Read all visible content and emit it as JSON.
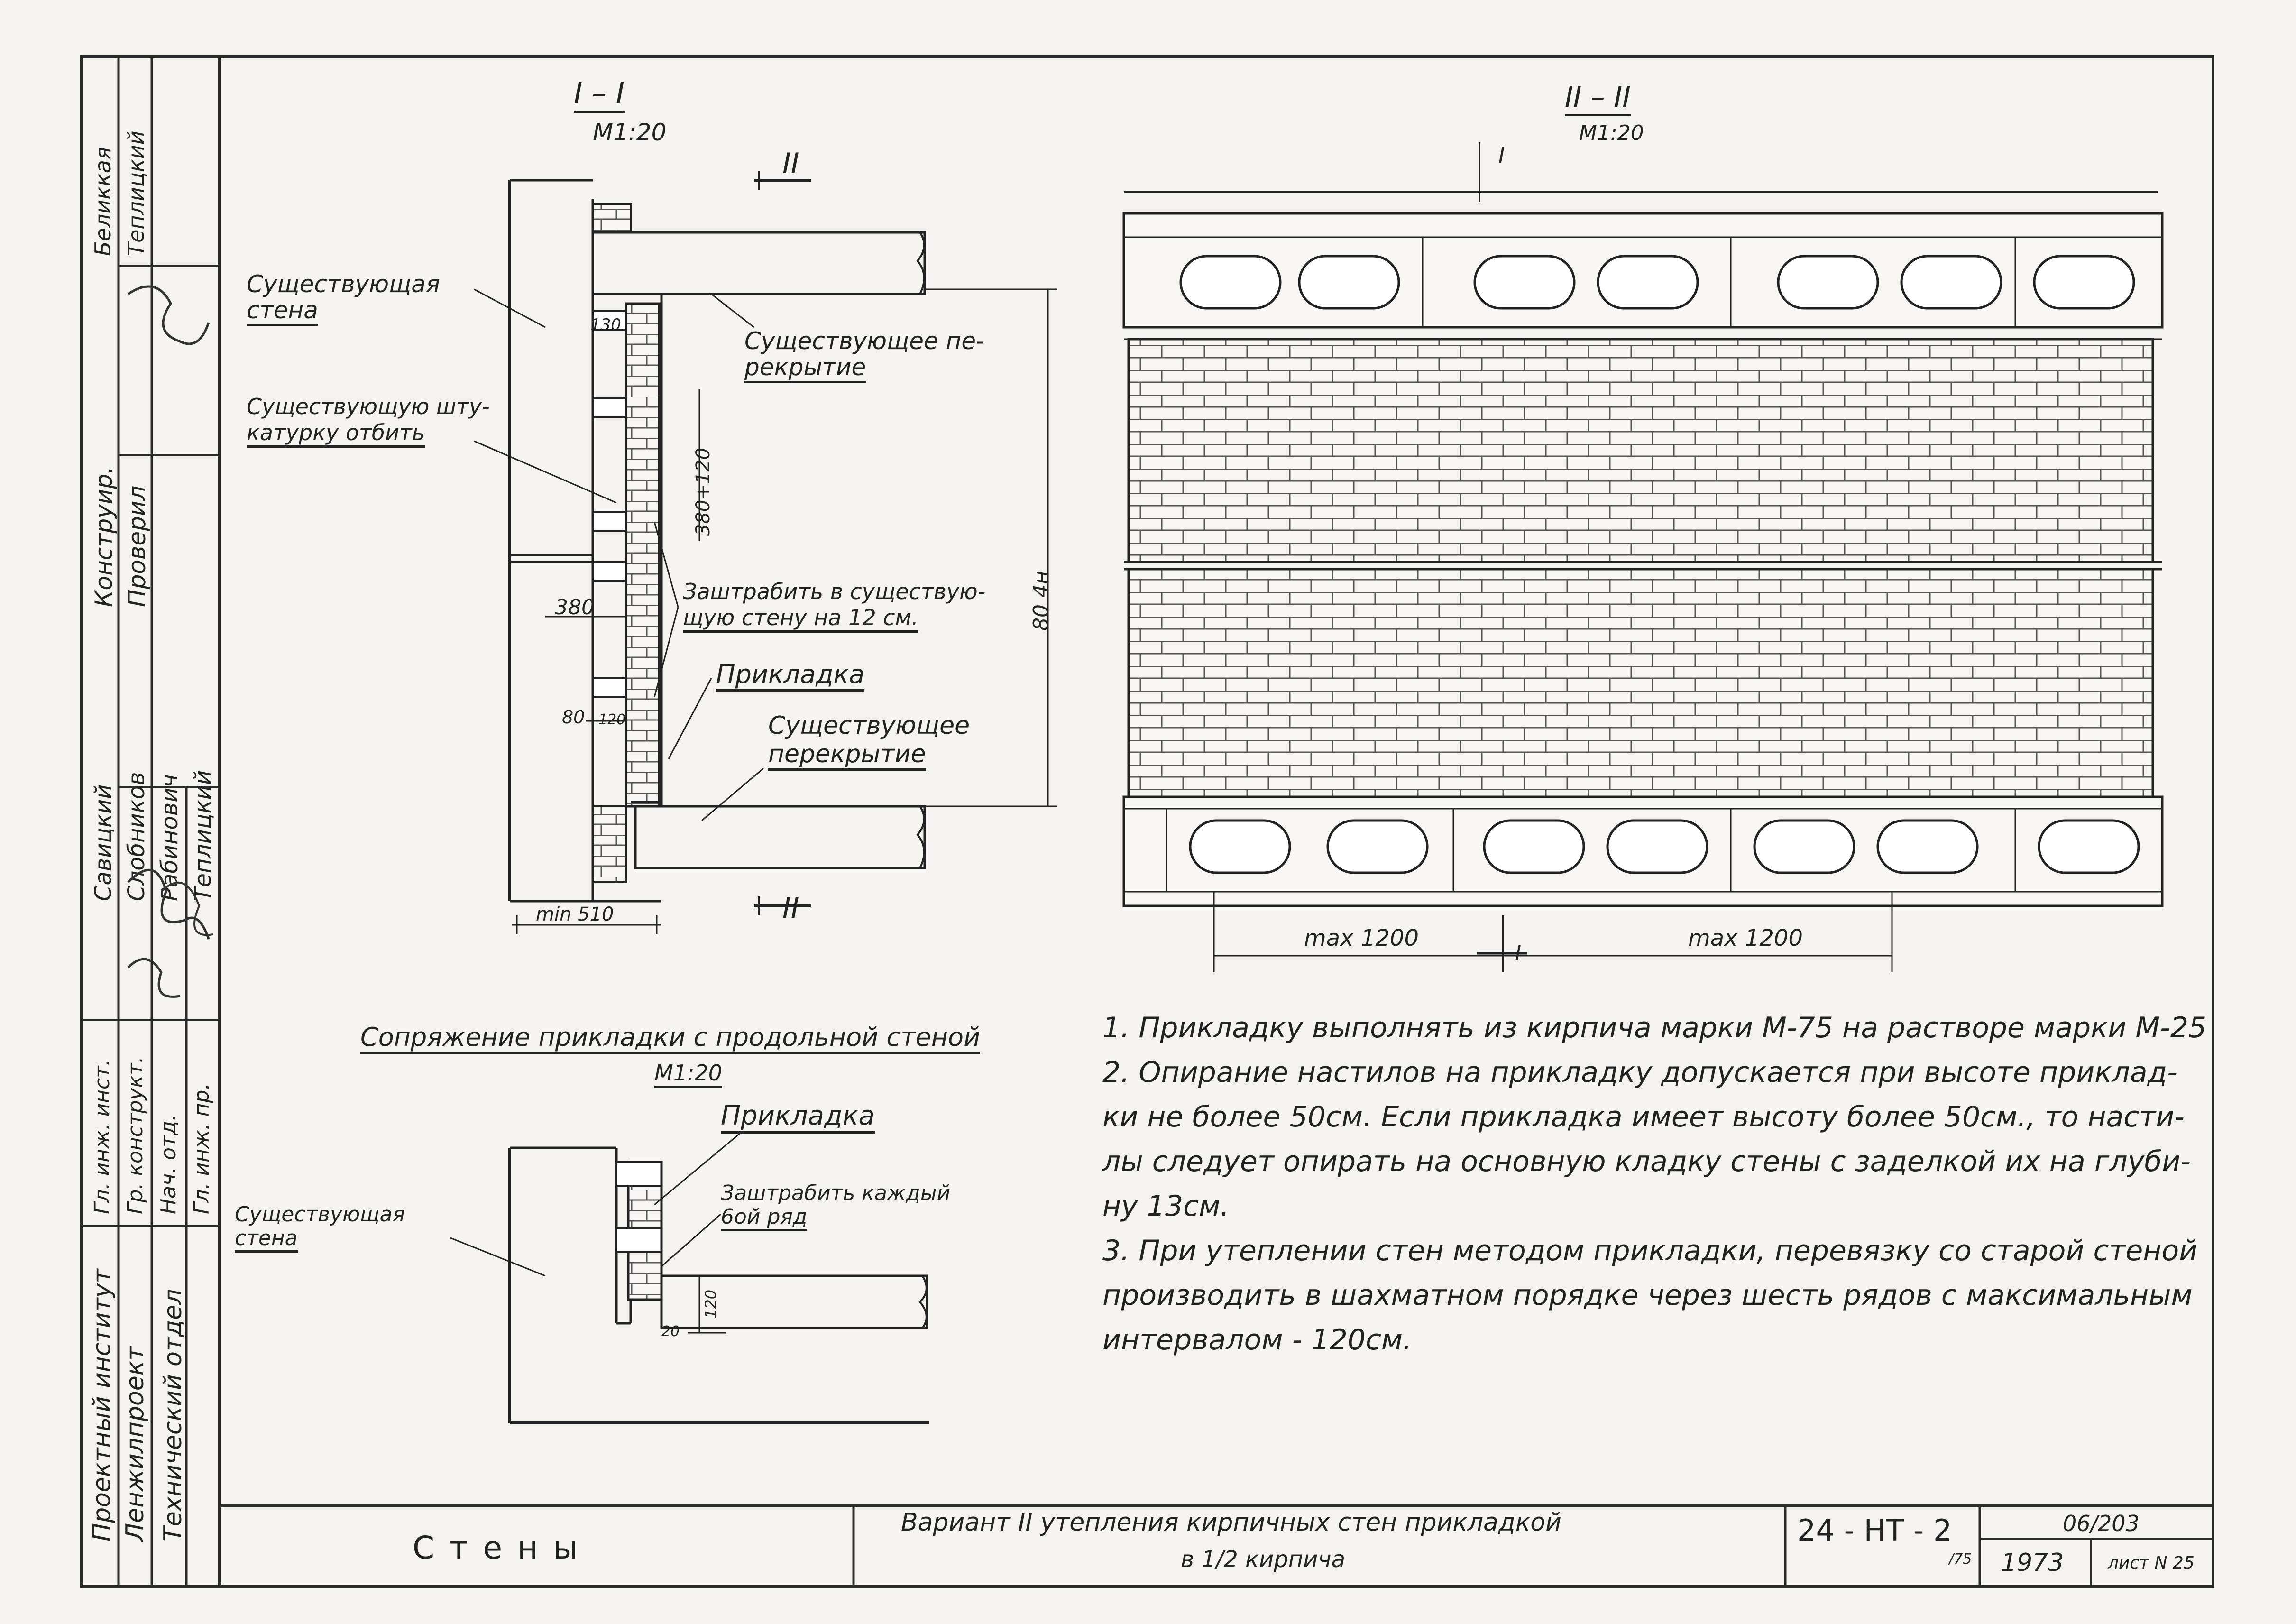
{
  "sections": {
    "s1": {
      "title": "I – I",
      "scale": "М1:20",
      "cut_top": "II",
      "cut_bottom": "II"
    },
    "s2": {
      "title": "II – II",
      "scale": "М1:20",
      "cut_top": "I",
      "cut_bottom": "I"
    }
  },
  "labels": {
    "existing_wall": [
      "Существующая",
      "стена"
    ],
    "existing_floor_top": [
      "Существующее пе-",
      "рекрытие"
    ],
    "plaster": [
      "Существующую шту-",
      "катурку отбить"
    ],
    "groove": [
      "Заштрабить в существую-",
      "щую стену на 12 см."
    ],
    "pristavka": "Прикладка",
    "existing_floor_bottom": [
      "Существующее",
      "перекрытие"
    ]
  },
  "dims": {
    "d130": "130",
    "d380_120": "380+120",
    "d380": "380",
    "d80": "80",
    "d120": "120",
    "d804": "80 4н",
    "min510": "min 510",
    "max1": "max 1200",
    "max2": "max 1200"
  },
  "junction": {
    "title": "Сопряжение прикладки с продольной стеной",
    "scale": "М1:20",
    "pristavka": "Прикладка",
    "groove": [
      "Заштрабить каждый",
      "6ой ряд"
    ],
    "wall": [
      "Существующая",
      "стена"
    ],
    "d120": "120",
    "d20": "20"
  },
  "notes": [
    "1. Прикладку выполнять из кирпича марки М-75 на растворе марки М-25",
    "2. Опирание настилов на прикладку допускается при высоте приклад-",
    "ки не более 50см. Если прикладка имеет высоту более 50см., то насти-",
    "лы следует опирать на основную кладку стены с заделкой их на глуби-",
    "ну 13см.",
    "3. При утеплении стен методом прикладки, перевязку со старой стеной",
    "производить в шахматном порядке через шесть рядов с максимальным",
    "интервалом - 120см."
  ],
  "stamp": {
    "institute": [
      "Проектный институт",
      "Ленжилпроект"
    ],
    "dept": "Технический отдел",
    "roles": [
      "Гл. инж. инст.",
      "Гр. конструкт.",
      "Нач. отд.",
      "Гл. инж. пр."
    ],
    "names": [
      "Савицкий",
      "Слобников",
      "Рабинович",
      "Теплицкий"
    ],
    "roles2": [
      "Конструир.",
      "Проверил"
    ],
    "names2": [
      "Беликкая",
      "Теплицкий"
    ],
    "section_name": "Стены",
    "title": [
      "Вариант II утепления кирпичных стен прикладкой",
      "в 1/2 кирпича"
    ],
    "code": "24 - НТ - 2",
    "code_sub": "/75",
    "code_num": "06/203",
    "year": "1973",
    "sheet": "лист N 25"
  },
  "colors": {
    "ink": "#222222",
    "paper": "#f4f3ef",
    "hatch": "#6f6f6f"
  }
}
